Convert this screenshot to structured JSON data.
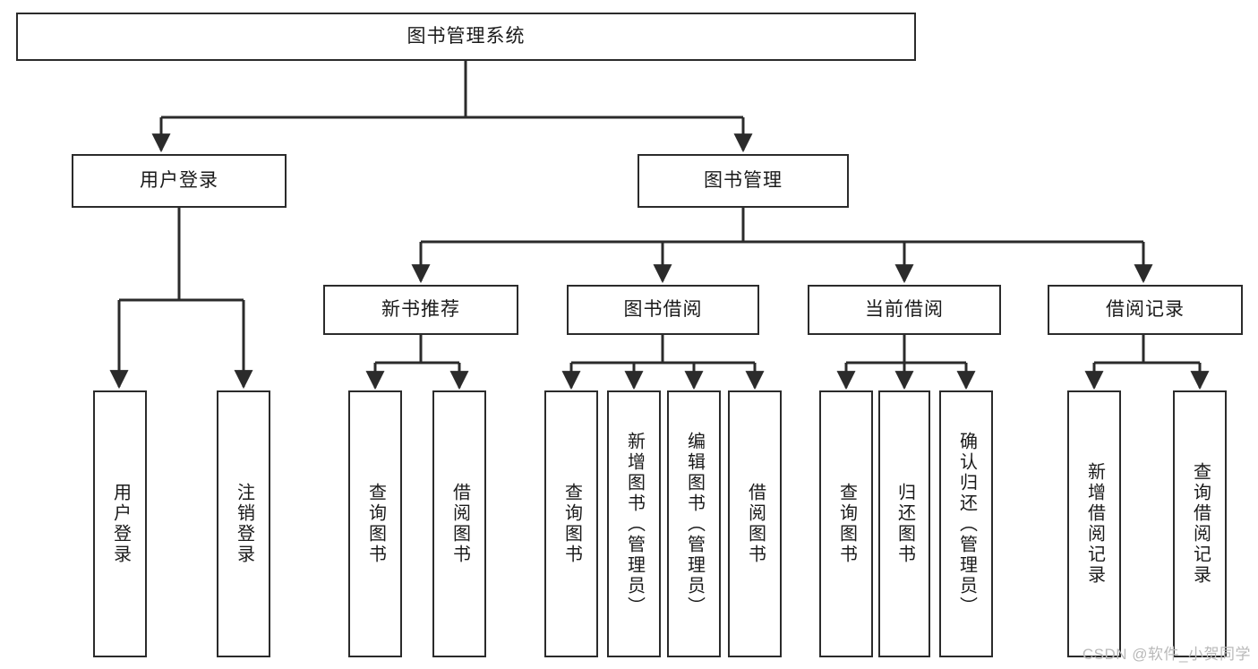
{
  "diagram": {
    "type": "tree",
    "title": "图书管理系统",
    "watermark": "CSDN @软件_小贺同学",
    "colors": {
      "box_border": "#2b2b2b",
      "box_fill": "#ffffff",
      "edge": "#2b2b2b",
      "text": "#1a1a1a",
      "watermark": "#b9b9b9",
      "background": "#ffffff"
    },
    "root": {
      "label": "图书管理系统"
    },
    "level2": [
      {
        "label": "用户登录"
      },
      {
        "label": "图书管理"
      }
    ],
    "level3": [
      {
        "label": "新书推荐"
      },
      {
        "label": "图书借阅"
      },
      {
        "label": "当前借阅"
      },
      {
        "label": "借阅记录"
      }
    ],
    "leaves": {
      "user_login": [
        {
          "label": "用户登录"
        },
        {
          "label": "注销登录"
        }
      ],
      "new_book_recommend": [
        {
          "label": "查询图书"
        },
        {
          "label": "借阅图书"
        }
      ],
      "book_borrow": [
        {
          "label": "查询图书"
        },
        {
          "label": "新增图书（管理员）"
        },
        {
          "label": "编辑图书（管理员）"
        },
        {
          "label": "借阅图书"
        }
      ],
      "current_borrow": [
        {
          "label": "查询图书"
        },
        {
          "label": "归还图书"
        },
        {
          "label": "确认归还（管理员）"
        }
      ],
      "borrow_records": [
        {
          "label": "新增借阅记录"
        },
        {
          "label": "查询借阅记录"
        }
      ]
    }
  }
}
